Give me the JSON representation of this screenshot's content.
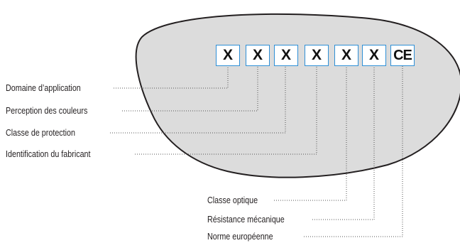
{
  "marks": [
    {
      "symbol": "X"
    },
    {
      "symbol": "X"
    },
    {
      "symbol": "X"
    },
    {
      "symbol": "X"
    },
    {
      "symbol": "X"
    },
    {
      "symbol": "X"
    },
    {
      "symbol": "CE"
    }
  ],
  "labels": {
    "domaine": "Domaine d’application",
    "perception": "Perception des couleurs",
    "classe_protection": "Classe de protection",
    "identification": "Identification du fabricant",
    "classe_optique": "Classe optique",
    "resistance": "Résistance mécanique",
    "norme": "Norme européenne"
  },
  "colors": {
    "lens_fill": "#dcdcdc",
    "lens_stroke": "#231f20",
    "mark_border": "#2e8fd6",
    "leader": "#555555",
    "text": "#231f20"
  }
}
